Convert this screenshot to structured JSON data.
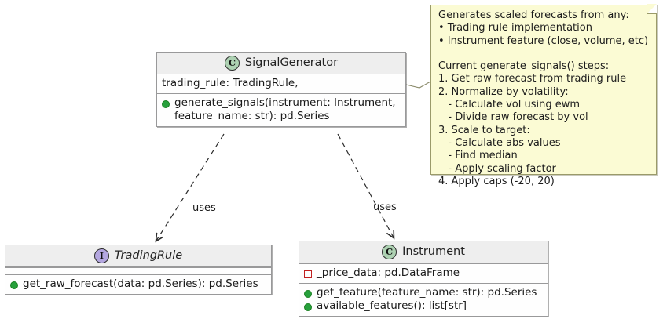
{
  "diagram": {
    "type": "uml-class-diagram",
    "classes": [
      {
        "id": "signal-generator",
        "name": "SignalGenerator",
        "stereotype": "C",
        "abstract": false,
        "attributes": [
          {
            "visibility": "public",
            "text": "trading_rule: TradingRule,"
          }
        ],
        "methods": [
          {
            "visibility": "public",
            "static": true,
            "line1": "generate_signals(instrument: Instrument,",
            "line2": "feature_name: str): pd.Series"
          }
        ]
      },
      {
        "id": "trading-rule",
        "name": "TradingRule",
        "stereotype": "I",
        "abstract": true,
        "attributes": [],
        "methods": [
          {
            "visibility": "public",
            "text": "get_raw_forecast(data: pd.Series): pd.Series"
          }
        ]
      },
      {
        "id": "instrument",
        "name": "Instrument",
        "stereotype": "C",
        "abstract": false,
        "attributes": [
          {
            "visibility": "private",
            "text": "_price_data: pd.DataFrame"
          }
        ],
        "methods": [
          {
            "visibility": "public",
            "text": "get_feature(feature_name: str): pd.Series"
          },
          {
            "visibility": "public",
            "text": "available_features(): list[str]"
          }
        ]
      }
    ],
    "relations": [
      {
        "id": "rel-uses-trading-rule",
        "from": "signal-generator",
        "to": "trading-rule",
        "label": "uses",
        "style": "dashed-open-arrow"
      },
      {
        "id": "rel-uses-instrument",
        "from": "signal-generator",
        "to": "instrument",
        "label": "uses",
        "style": "dashed-open-arrow"
      }
    ],
    "note": {
      "attached_to": "signal-generator",
      "lines": [
        "Generates scaled forecasts from any:",
        "• Trading rule implementation",
        "• Instrument feature (close, volume, etc)",
        "",
        "Current generate_signals() steps:",
        "1. Get raw forecast from trading rule",
        "2. Normalize by volatility:",
        "   - Calculate vol using ewm",
        "   - Divide raw forecast by vol",
        "3. Scale to target:",
        "   - Calculate abs values",
        "   - Find median",
        "   - Apply scaling factor",
        "4. Apply caps (-20, 20)"
      ]
    },
    "colors": {
      "class_icon_fill": "#ADD1B2",
      "interface_icon_fill": "#B4A7E0",
      "note_fill": "#FBFBD4",
      "note_border": "#9A9A6A",
      "box_border": "#99999A",
      "header_fill": "#EEEEEE",
      "public_marker": "#27A03C",
      "private_marker": "#C02020",
      "edge_color": "#2B2B2B"
    }
  }
}
